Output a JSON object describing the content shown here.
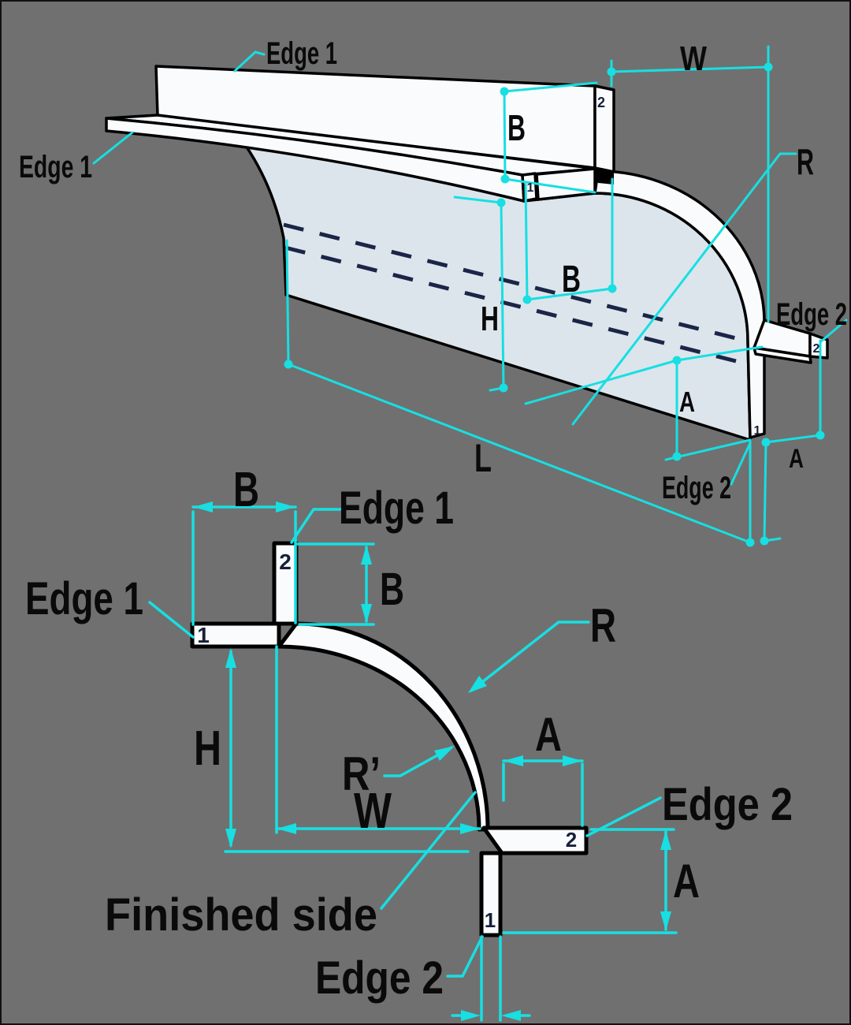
{
  "colors": {
    "background": "#707070",
    "dimension_line": "#17dfe2",
    "outline": "#000000",
    "hidden_line": "#1b2547",
    "panel_face": "#dce5ec",
    "white_face": "#fafbfd",
    "label_text": "#0a0a0a",
    "edge_digit": "#16203a"
  },
  "iso_view": {
    "edge_labels": {
      "edge1_top": "Edge 1",
      "edge1_left": "Edge 1",
      "edge2_right": "Edge 2",
      "edge2_bottom": "Edge 2"
    },
    "dim_labels": {
      "w": "W",
      "b_upper": "B",
      "b_lower": "B",
      "r": "R",
      "h": "H",
      "a_inner": "A",
      "a_outer": "A",
      "l": "L"
    },
    "edge_marks": {
      "fin_end": "2",
      "shelf_end": "1",
      "bottom_arm_end": "2",
      "bottom_stub_end": "1"
    }
  },
  "profile_view": {
    "edge_labels": {
      "edge1_top": "Edge 1",
      "edge1_left": "Edge 1",
      "edge2_right": "Edge 2",
      "edge2_bottom": "Edge 2"
    },
    "dim_labels": {
      "b_top": "B",
      "b_right": "B",
      "h": "H",
      "w": "W",
      "r": "R",
      "r_inner": "R’",
      "a_top": "A",
      "a_right": "A"
    },
    "annotations": {
      "finished_side": "Finished side"
    },
    "edge_marks": {
      "upstand": "2",
      "shelf": "1",
      "bottom_arm": "2",
      "bottom_stub": "1"
    }
  }
}
